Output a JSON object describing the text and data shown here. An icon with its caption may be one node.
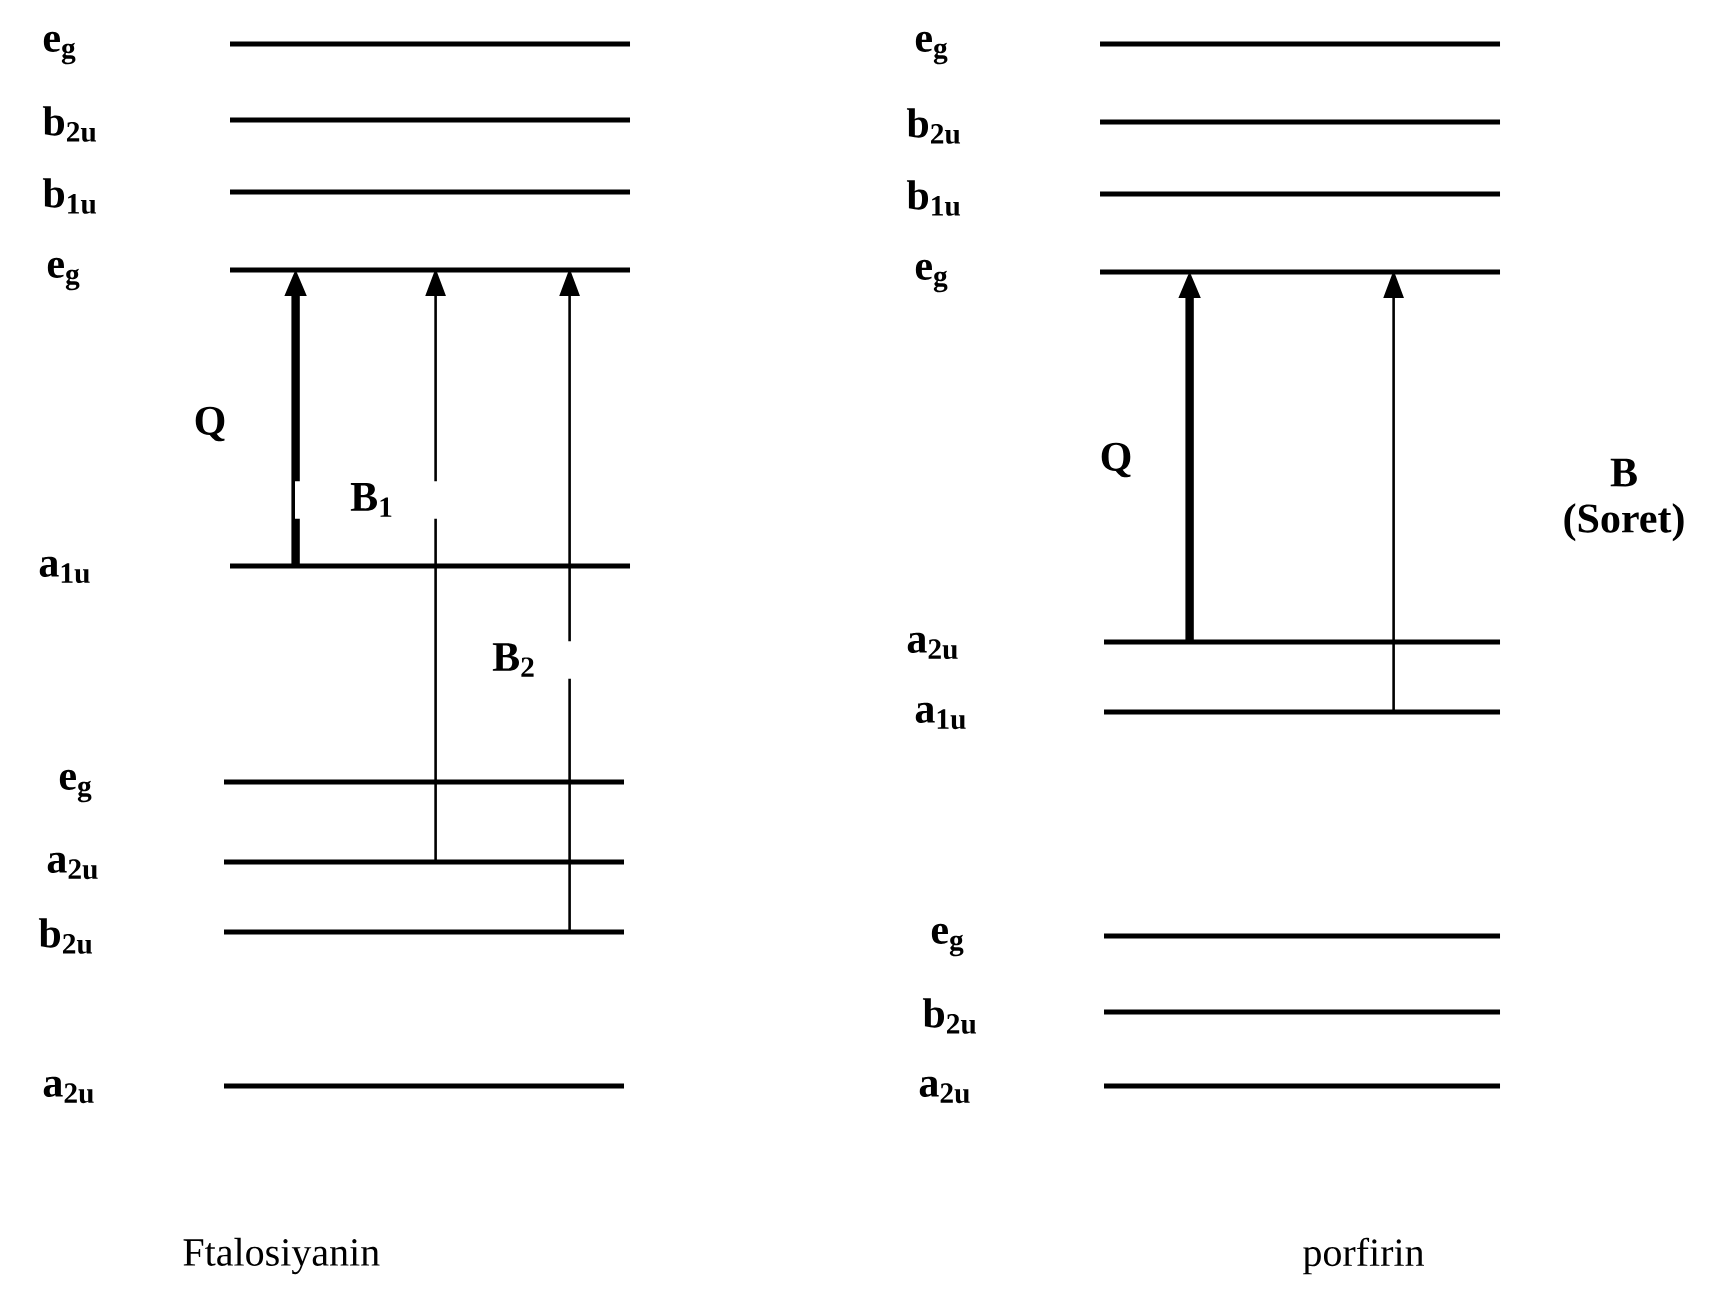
{
  "diagram": {
    "nodes": [
      {
        "text": [
          "e$_{g}$"
        ]
      },
      {
        "text": [
          "b$_{2u}$"
        ]
      },
      {
        "text": [
          "b$_{1u}$"
        ]
      },
      {
        "text": [
          "e$_{g}$"
        ]
      },
      {
        "text": [
          "a$_{1u}$"
        ]
      },
      {
        "text": [
          "e$_{g}$"
        ]
      },
      {
        "text": [
          "a$_{2u}$"
        ]
      },
      {
        "text": [
          "b$_{2u}$"
        ]
      },
      {
        "text": [
          "a$_{2u}$"
        ]
      },
      {
        "text": [
          "e$_{g}$"
        ]
      },
      {
        "text": [
          "b$_{2u}$"
        ]
      },
      {
        "text": [
          "b$_{1u}$"
        ]
      },
      {
        "text": [
          "e$_{g}$"
        ]
      },
      {
        "text": [
          "a$_{2u}$"
        ]
      },
      {
        "text": [
          "a$_{1u}$"
        ]
      },
      {
        "text": [
          "e$_{g}$"
        ]
      },
      {
        "text": [
          "b$_{2u}$"
        ]
      },
      {
        "text": [
          "a$_{2u}$"
        ]
      }
    ],
    "edges": [
      {
        "from": 4,
        "to": 3,
        "arrow": "to",
        "label": "Q",
        "style": "thick"
      },
      {
        "from": 6,
        "to": 3,
        "arrow": "to",
        "label": "B$_{1}$"
      },
      {
        "from": 7,
        "to": 3,
        "arrow": "to",
        "label": "B$_{2}$"
      },
      {
        "from": 13,
        "to": 12,
        "arrow": "to",
        "label": "Q",
        "style": "thick"
      },
      {
        "from": 14,
        "to": 12,
        "arrow": "to",
        "label": "B (Soret)"
      }
    ],
    "labels": [
      "Ftalosiyanin",
      "porfirin"
    ]
  }
}
